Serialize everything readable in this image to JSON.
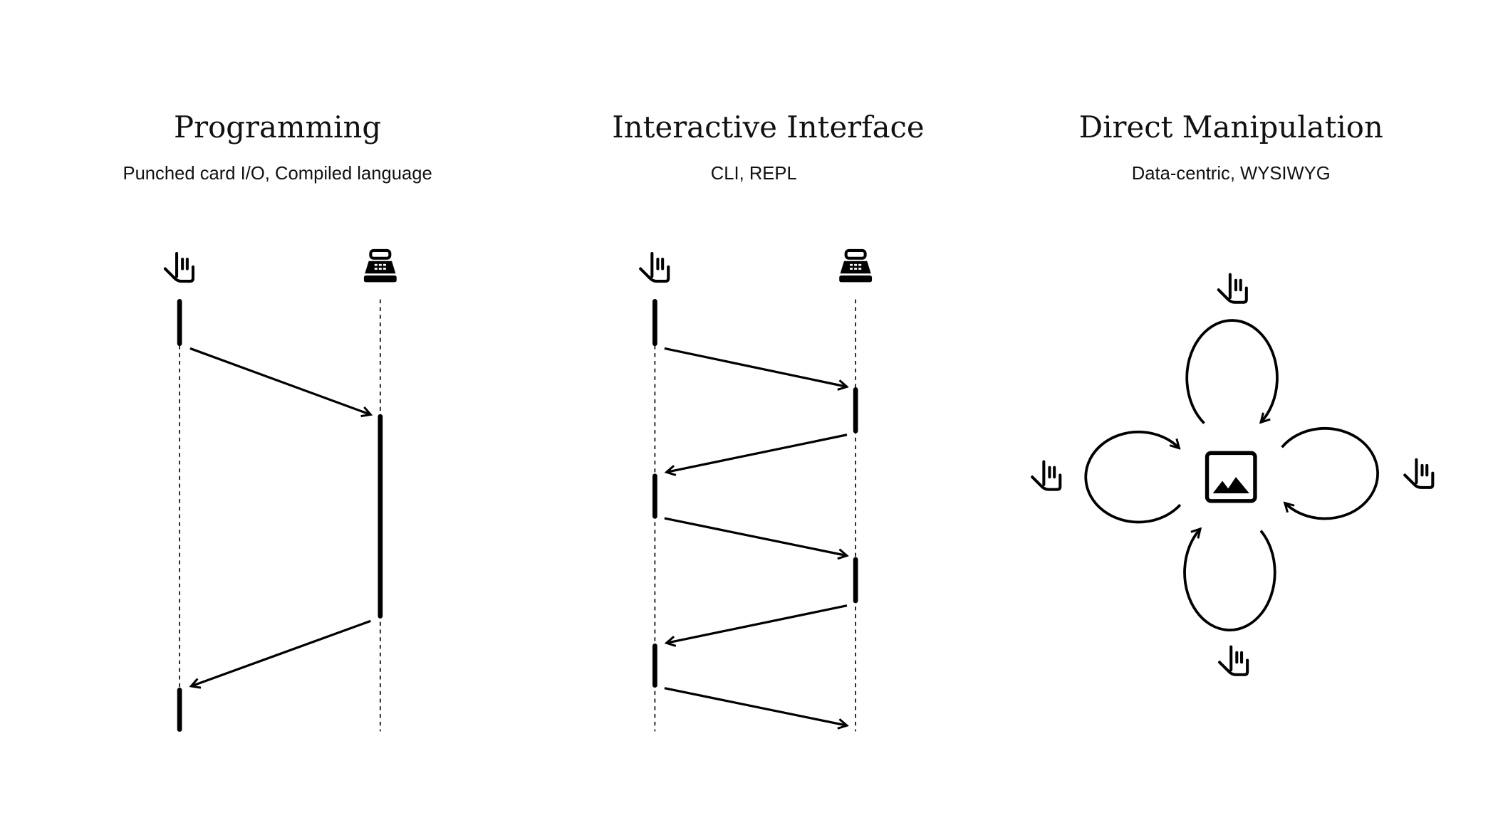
{
  "panels": [
    {
      "title": "Programming",
      "subtitle": "Punched card I/O, Compiled language",
      "icons": [
        "hand-pointer-icon",
        "cash-register-icon"
      ]
    },
    {
      "title": "Interactive Interface",
      "subtitle": "CLI, REPL",
      "icons": [
        "hand-pointer-icon",
        "cash-register-icon"
      ]
    },
    {
      "title": "Direct Manipulation",
      "subtitle": "Data-centric, WYSIWYG",
      "icons": [
        "hand-pointer-icon",
        "image-icon"
      ]
    }
  ],
  "colors": {
    "ink": "#000000",
    "background": "#ffffff"
  }
}
